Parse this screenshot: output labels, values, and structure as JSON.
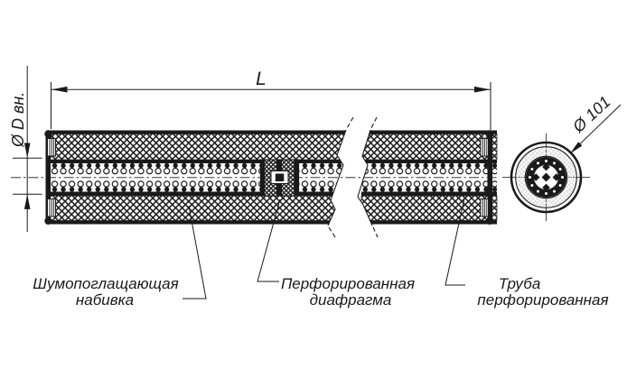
{
  "labels": {
    "length_dim": "L",
    "inner_diameter_dim": "Ø D вн.",
    "outer_diameter_dim": "Ø 101",
    "stuffing": {
      "line1": "Шумопоглащающая",
      "line2": "набивка"
    },
    "diaphragm": {
      "line1": "Перфорированная",
      "line2": "диафрагма"
    },
    "pipe": {
      "line1": "Труба",
      "line2": "перфорированная"
    }
  },
  "colors": {
    "line": "#1a1a1a",
    "background": "#ffffff"
  }
}
